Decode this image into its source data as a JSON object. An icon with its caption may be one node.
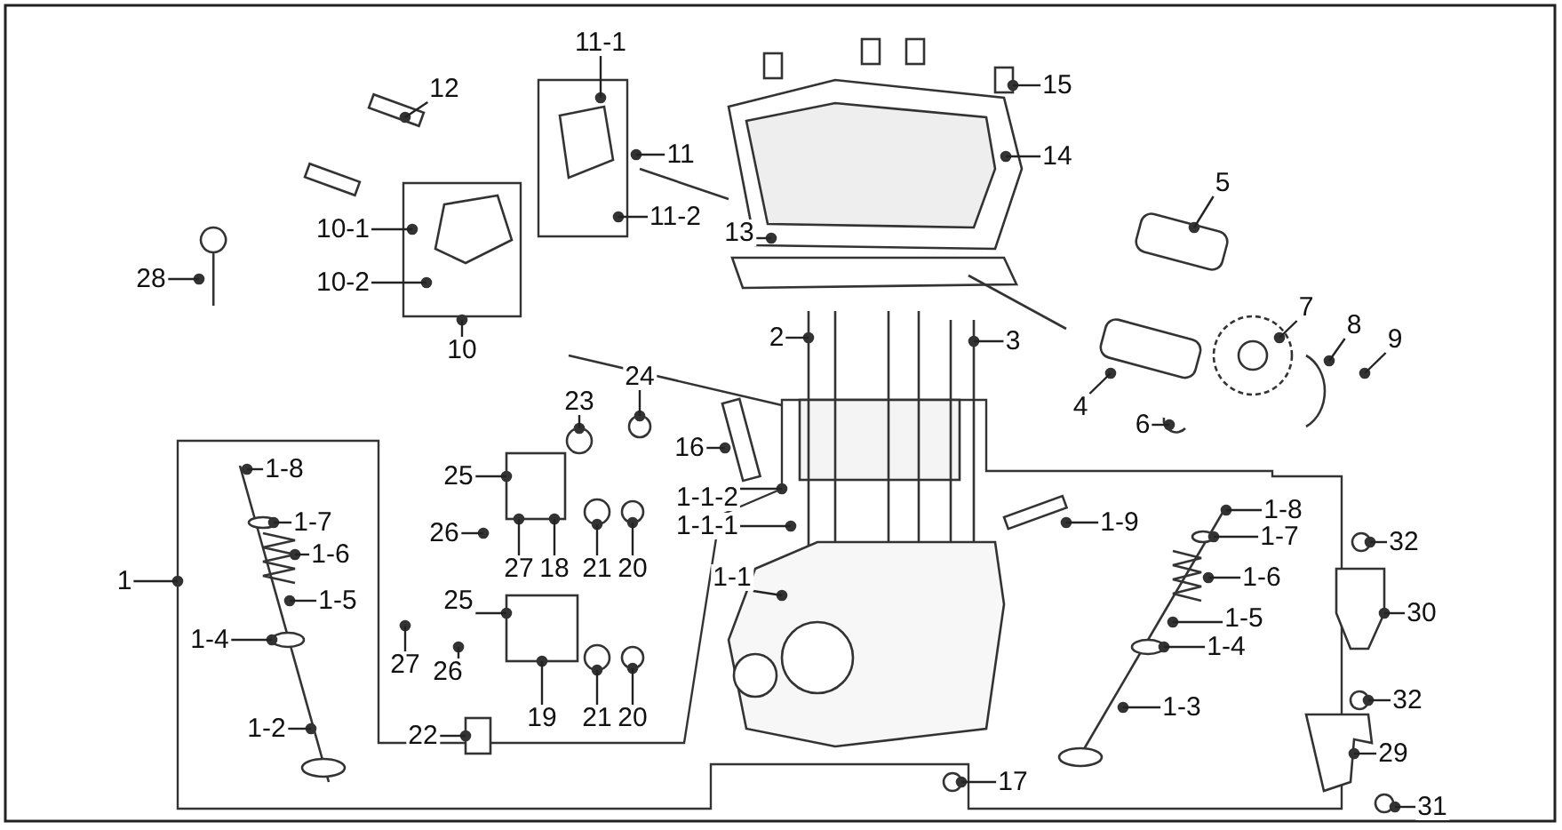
{
  "diagram": {
    "nodes": [
      {
        "text": [
          "11-1"
        ]
      },
      {
        "text": [
          "15"
        ]
      },
      {
        "text": [
          "12"
        ]
      },
      {
        "text": [
          "14"
        ]
      },
      {
        "text": [
          "11"
        ]
      },
      {
        "text": [
          "5"
        ]
      },
      {
        "text": [
          "11-2"
        ]
      },
      {
        "text": [
          "13"
        ]
      },
      {
        "text": [
          "10-1"
        ]
      },
      {
        "text": [
          "28"
        ]
      },
      {
        "text": [
          "10-2"
        ]
      },
      {
        "text": [
          "7"
        ]
      },
      {
        "text": [
          "8"
        ]
      },
      {
        "text": [
          "9"
        ]
      },
      {
        "text": [
          "2"
        ]
      },
      {
        "text": [
          "3"
        ]
      },
      {
        "text": [
          "10"
        ]
      },
      {
        "text": [
          "24"
        ]
      },
      {
        "text": [
          "23"
        ]
      },
      {
        "text": [
          "4"
        ]
      },
      {
        "text": [
          "6"
        ]
      },
      {
        "text": [
          "16"
        ]
      },
      {
        "text": [
          "1-8"
        ]
      },
      {
        "text": [
          "25"
        ]
      },
      {
        "text": [
          "1-1-2"
        ]
      },
      {
        "text": [
          "1-8"
        ]
      },
      {
        "text": [
          "1-7"
        ]
      },
      {
        "text": [
          "1-1-1"
        ]
      },
      {
        "text": [
          "1-9"
        ]
      },
      {
        "text": [
          "26"
        ]
      },
      {
        "text": [
          "1-7"
        ]
      },
      {
        "text": [
          "32"
        ]
      },
      {
        "text": [
          "1-6"
        ]
      },
      {
        "text": [
          "27"
        ]
      },
      {
        "text": [
          "18"
        ]
      },
      {
        "text": [
          "21"
        ]
      },
      {
        "text": [
          "20"
        ]
      },
      {
        "text": [
          "1-1"
        ]
      },
      {
        "text": [
          "1-6"
        ]
      },
      {
        "text": [
          "1"
        ]
      },
      {
        "text": [
          "25"
        ]
      },
      {
        "text": [
          "1-5"
        ]
      },
      {
        "text": [
          "30"
        ]
      },
      {
        "text": [
          "1-5"
        ]
      },
      {
        "text": [
          "1-4"
        ]
      },
      {
        "text": [
          "1-4"
        ]
      },
      {
        "text": [
          "27"
        ]
      },
      {
        "text": [
          "26"
        ]
      },
      {
        "text": [
          "1-3"
        ]
      },
      {
        "text": [
          "22"
        ]
      },
      {
        "text": [
          "19"
        ]
      },
      {
        "text": [
          "21"
        ]
      },
      {
        "text": [
          "20"
        ]
      },
      {
        "text": [
          "1-2"
        ]
      },
      {
        "text": [
          "32"
        ]
      },
      {
        "text": [
          "29"
        ]
      },
      {
        "text": [
          "17"
        ]
      },
      {
        "text": [
          "31"
        ]
      }
    ],
    "edges": [
      {
        "from": 0,
        "to": null,
        "arrow": "none"
      },
      {
        "from": 1,
        "to": null,
        "arrow": "none"
      },
      {
        "from": 2,
        "to": null,
        "arrow": "none"
      },
      {
        "from": 3,
        "to": null,
        "arrow": "none"
      },
      {
        "from": 4,
        "to": null,
        "arrow": "none"
      },
      {
        "from": 5,
        "to": null,
        "arrow": "none"
      },
      {
        "from": 6,
        "to": null,
        "arrow": "none"
      },
      {
        "from": 7,
        "to": null,
        "arrow": "none"
      },
      {
        "from": 8,
        "to": null,
        "arrow": "none"
      },
      {
        "from": 9,
        "to": null,
        "arrow": "none"
      },
      {
        "from": 10,
        "to": null,
        "arrow": "none"
      },
      {
        "from": 11,
        "to": null,
        "arrow": "none"
      },
      {
        "from": 12,
        "to": null,
        "arrow": "none"
      },
      {
        "from": 13,
        "to": null,
        "arrow": "none"
      },
      {
        "from": 14,
        "to": null,
        "arrow": "none"
      },
      {
        "from": 15,
        "to": null,
        "arrow": "none"
      },
      {
        "from": 16,
        "to": null,
        "arrow": "none"
      },
      {
        "from": 17,
        "to": null,
        "arrow": "none"
      },
      {
        "from": 18,
        "to": null,
        "arrow": "none"
      },
      {
        "from": 19,
        "to": null,
        "arrow": "none"
      },
      {
        "from": 20,
        "to": null,
        "arrow": "none"
      },
      {
        "from": 21,
        "to": null,
        "arrow": "none"
      },
      {
        "from": 22,
        "to": null,
        "arrow": "none"
      },
      {
        "from": 23,
        "to": null,
        "arrow": "none"
      },
      {
        "from": 24,
        "to": null,
        "arrow": "none"
      },
      {
        "from": 25,
        "to": null,
        "arrow": "none"
      },
      {
        "from": 26,
        "to": null,
        "arrow": "none"
      },
      {
        "from": 27,
        "to": null,
        "arrow": "none"
      },
      {
        "from": 28,
        "to": null,
        "arrow": "none"
      },
      {
        "from": 29,
        "to": null,
        "arrow": "none"
      },
      {
        "from": 30,
        "to": null,
        "arrow": "none"
      },
      {
        "from": 31,
        "to": null,
        "arrow": "none"
      },
      {
        "from": 32,
        "to": null,
        "arrow": "none"
      },
      {
        "from": 33,
        "to": null,
        "arrow": "none"
      },
      {
        "from": 34,
        "to": null,
        "arrow": "none"
      },
      {
        "from": 35,
        "to": null,
        "arrow": "none"
      },
      {
        "from": 36,
        "to": null,
        "arrow": "none"
      },
      {
        "from": 37,
        "to": null,
        "arrow": "none"
      },
      {
        "from": 38,
        "to": null,
        "arrow": "none"
      },
      {
        "from": 39,
        "to": null,
        "arrow": "none"
      },
      {
        "from": 40,
        "to": null,
        "arrow": "none"
      },
      {
        "from": 41,
        "to": null,
        "arrow": "none"
      },
      {
        "from": 42,
        "to": null,
        "arrow": "none"
      },
      {
        "from": 43,
        "to": null,
        "arrow": "none"
      },
      {
        "from": 44,
        "to": null,
        "arrow": "none"
      },
      {
        "from": 45,
        "to": null,
        "arrow": "none"
      },
      {
        "from": 46,
        "to": null,
        "arrow": "none"
      },
      {
        "from": 47,
        "to": null,
        "arrow": "none"
      },
      {
        "from": 48,
        "to": null,
        "arrow": "none"
      },
      {
        "from": 49,
        "to": null,
        "arrow": "none"
      },
      {
        "from": 50,
        "to": null,
        "arrow": "none"
      },
      {
        "from": 51,
        "to": null,
        "arrow": "none"
      },
      {
        "from": 52,
        "to": null,
        "arrow": "none"
      },
      {
        "from": 53,
        "to": null,
        "arrow": "none"
      },
      {
        "from": 54,
        "to": null,
        "arrow": "none"
      },
      {
        "from": 55,
        "to": null,
        "arrow": "none"
      },
      {
        "from": 56,
        "to": null,
        "arrow": "none"
      },
      {
        "from": 57,
        "to": null,
        "arrow": "none"
      }
    ]
  }
}
